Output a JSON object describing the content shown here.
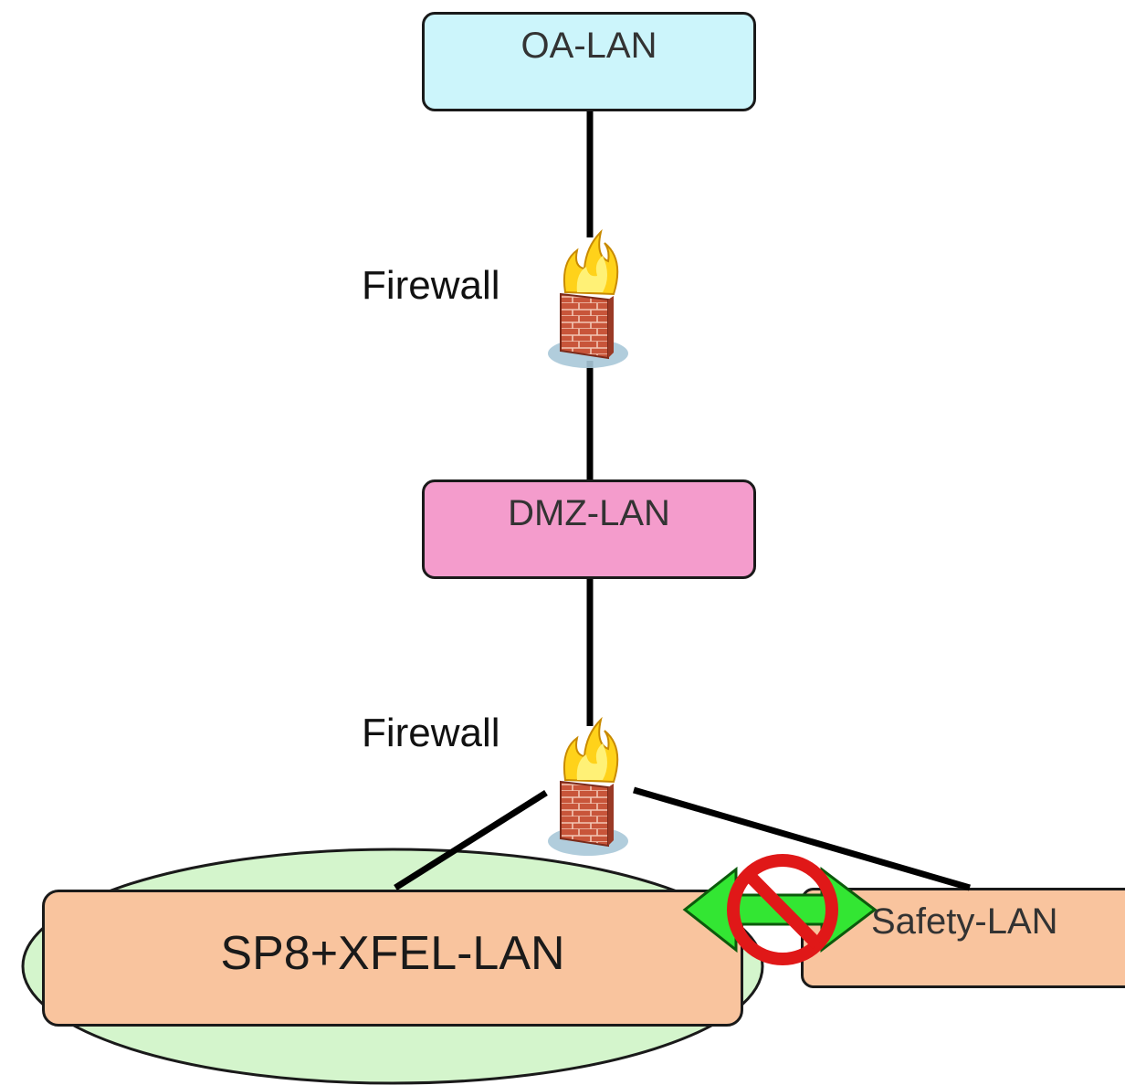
{
  "nodes": {
    "oa_lan": "OA-LAN",
    "dmz_lan": "DMZ-LAN",
    "sp8_xfel_lan": "SP8+XFEL-LAN",
    "safety_lan": "Safety-LAN"
  },
  "firewalls": {
    "upper_label": "Firewall",
    "lower_label": "Firewall",
    "icon": "firewall-icon"
  },
  "colors": {
    "oa_lan_fill": "#ccf5fb",
    "dmz_lan_fill": "#f49ccc",
    "lan_fill": "#f9c49e",
    "ellipse_fill": "#d4f5cc",
    "arrow_green": "#33e633",
    "prohibit_red": "#e01818"
  },
  "connections": [
    {
      "from": "OA-LAN",
      "to": "Firewall"
    },
    {
      "from": "Firewall",
      "to": "DMZ-LAN"
    },
    {
      "from": "DMZ-LAN",
      "to": "Firewall"
    },
    {
      "from": "Firewall",
      "to": "SP8+XFEL-LAN"
    },
    {
      "from": "Firewall",
      "to": "Safety-LAN"
    }
  ],
  "blocked_link": {
    "between": [
      "SP8+XFEL-LAN",
      "Safety-LAN"
    ],
    "icon": "prohibited-icon"
  }
}
